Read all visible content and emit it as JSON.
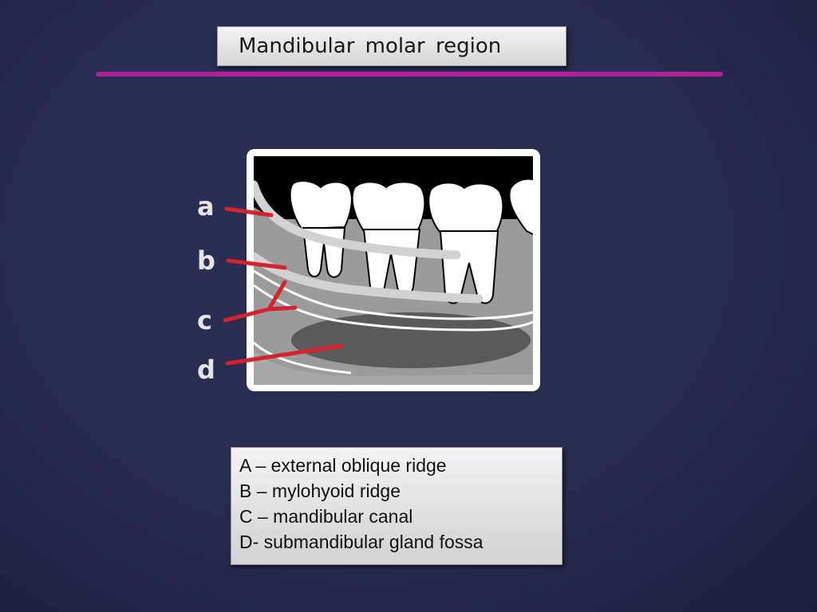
{
  "slide": {
    "title": "Mandibular  molar  region"
  },
  "diagram": {
    "labels": [
      "a",
      "b",
      "c",
      "d"
    ]
  },
  "legend": {
    "items": [
      "A – external oblique ridge",
      "B – mylohyoid ridge",
      "C – mandibular canal",
      "D- submandibular gland fossa"
    ]
  },
  "colors": {
    "background": "#262a4e",
    "accent_rule": "#b3219a",
    "leader_lines": "#d6222b"
  }
}
